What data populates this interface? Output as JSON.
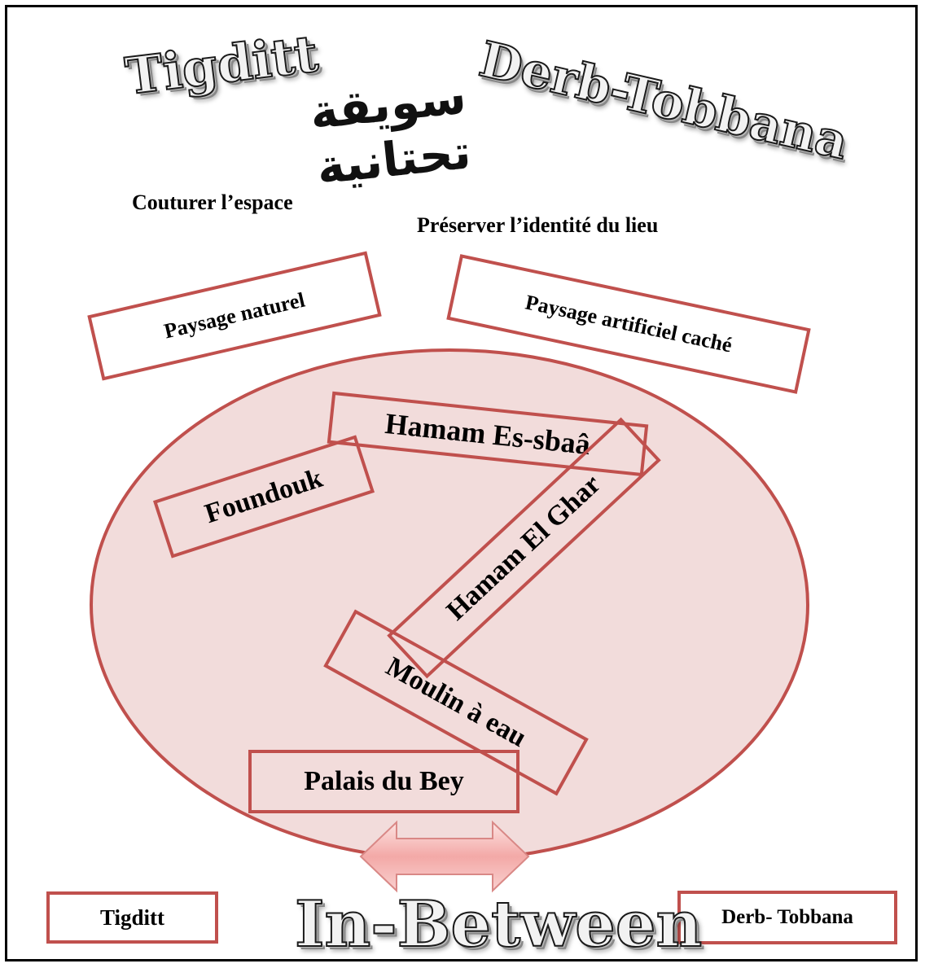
{
  "titles": {
    "left": "Tigditt",
    "right": "Derb-Tobbana",
    "arabic": "سويقة تحتانية",
    "bottom": "In-Between"
  },
  "notes": {
    "couturer": "Couturer l’espace",
    "preserver": "Préserver l’identité du lieu"
  },
  "landscapes": {
    "naturel": "Paysage naturel",
    "artificiel": "Paysage artificiel caché"
  },
  "places": {
    "hamam_sbaa": "Hamam Es-sbaâ",
    "foundouk": "Foundouk",
    "hamam_ghar": "Hamam El Ghar",
    "moulin": "Moulin à eau",
    "palais": "Palais du Bey"
  },
  "ends": {
    "left": "Tigditt",
    "right": "Derb- Tobbana"
  },
  "colors": {
    "accent": "#c0504d",
    "ellipse_fill": "#f2dcdb",
    "arrow_fill": "#f5b5b3"
  }
}
